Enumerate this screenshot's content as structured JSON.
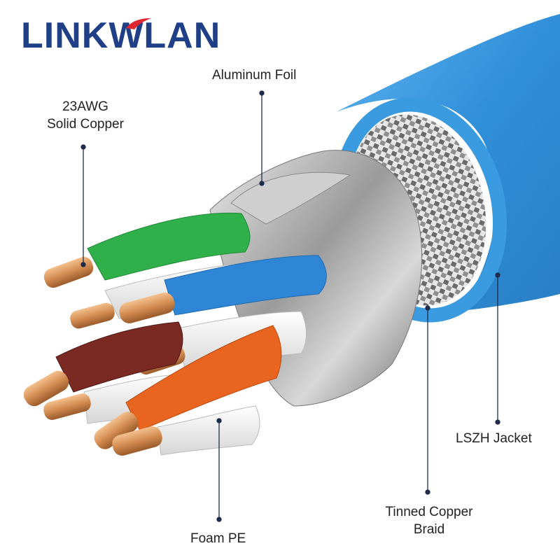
{
  "brand": {
    "logo_text": "LINKWLAN",
    "logo_color": "#1f3f86",
    "accent_color": "#e0262f"
  },
  "colors": {
    "jacket": "#2f8fd9",
    "copper": "#d38d52",
    "leader_line": "#1e2b4a"
  },
  "callouts": {
    "aluminum_foil": [
      "Aluminum Foil"
    ],
    "solid_copper": [
      "23AWG",
      "Solid Copper"
    ],
    "lszh_jacket": [
      "LSZH Jacket"
    ],
    "tinned_braid": [
      "Tinned Copper",
      "Braid"
    ],
    "foam_pe": [
      "Foam PE"
    ]
  }
}
